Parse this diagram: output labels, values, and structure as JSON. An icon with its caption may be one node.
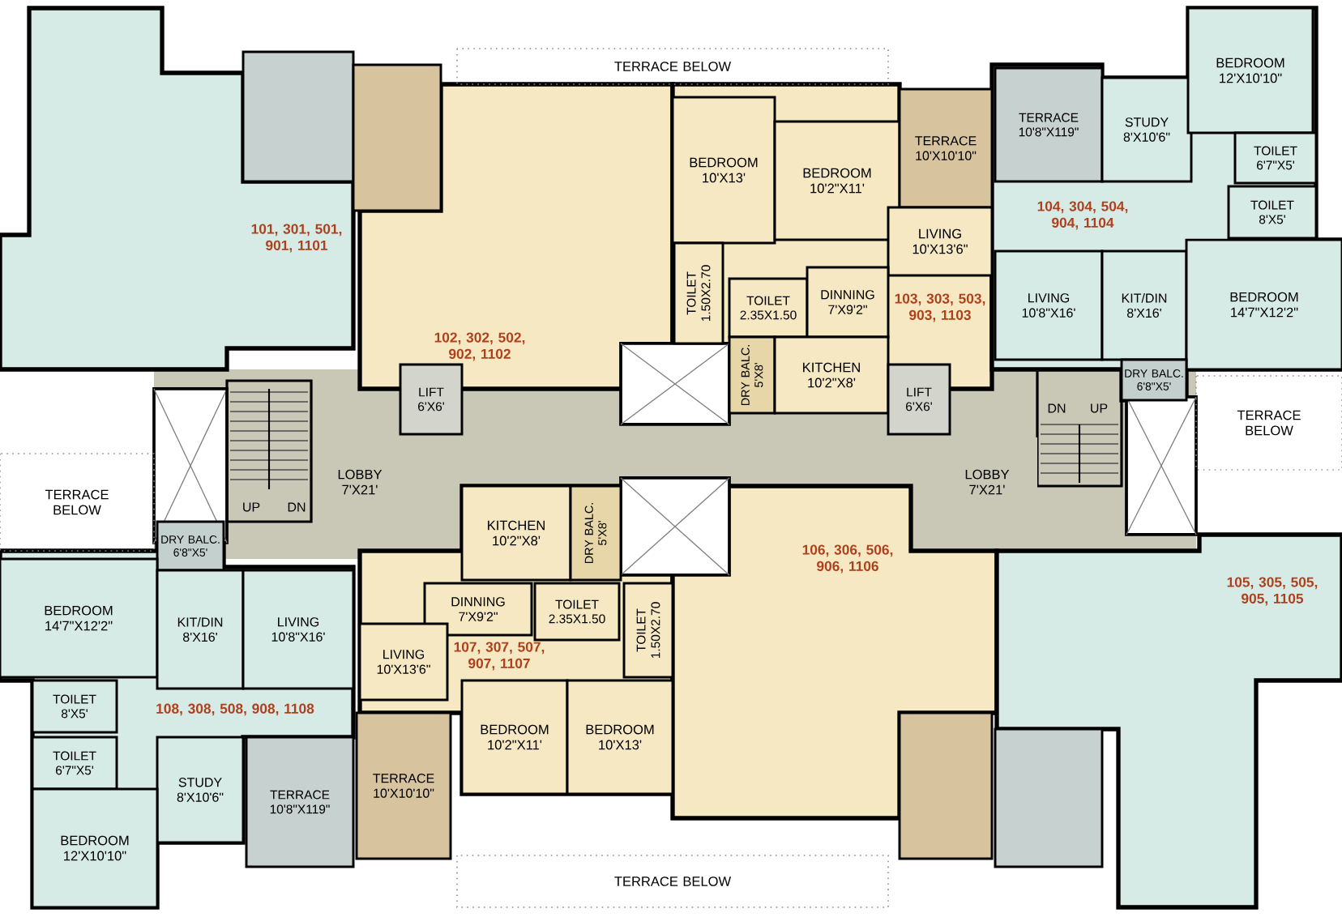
{
  "diagram": {
    "nodes": [
      {
        "text": [
          "TERRACE BELOW"
        ]
      },
      {
        "text": [
          "BEDROOM 10'X13'"
        ]
      },
      {
        "text": [
          "BEDROOM 10'2\"X11'"
        ]
      },
      {
        "text": [
          "TERRACE 10'X10'10\""
        ]
      },
      {
        "text": [
          "LIVING 10'X13'6\""
        ]
      },
      {
        "text": [
          "TOILET 1.50X2.70"
        ]
      },
      {
        "text": [
          "TOILET 2.35X1.50"
        ]
      },
      {
        "text": [
          "DINNING 7'X9'2\""
        ]
      },
      {
        "text": [
          "DRY BALC. 5'X8'"
        ]
      },
      {
        "text": [
          "KITCHEN 10'2\"X8'"
        ]
      },
      {
        "text": [
          "LIFT 6'X6'"
        ]
      },
      {
        "text": [
          "LIFT 6'X6'"
        ]
      },
      {
        "text": [
          "LOBBY 7'X21'"
        ]
      },
      {
        "text": [
          "LOBBY 7'X21'"
        ]
      },
      {
        "text": [
          "TERRACE BELOW"
        ]
      },
      {
        "text": [
          "TERRACE BELOW"
        ]
      },
      {
        "text": [
          "TERRACE 10'8\"X119\""
        ]
      },
      {
        "text": [
          "STUDY 8'X10'6\""
        ]
      },
      {
        "text": [
          "BEDROOM 12'X10'10\""
        ]
      },
      {
        "text": [
          "TOILET 6'7\"X5'"
        ]
      },
      {
        "text": [
          "TOILET 8'X5'"
        ]
      },
      {
        "text": [
          "LIVING 10'8\"X16'"
        ]
      },
      {
        "text": [
          "KIT/DIN 8'X16'"
        ]
      },
      {
        "text": [
          "BEDROOM 14'7\"X12'2\""
        ]
      },
      {
        "text": [
          "DRY BALC. 6'8\"X5'"
        ]
      },
      {
        "text": [
          "DRY BALC. 6'8\"X5'"
        ]
      },
      {
        "text": [
          "BEDROOM 14'7\"X12'2\""
        ]
      },
      {
        "text": [
          "KIT/DIN 8'X16'"
        ]
      },
      {
        "text": [
          "LIVING 10'8\"X16'"
        ]
      },
      {
        "text": [
          "TOILET 8'X5'"
        ]
      },
      {
        "text": [
          "TOILET 6'7\"X5'"
        ]
      },
      {
        "text": [
          "STUDY 8'X10'6\""
        ]
      },
      {
        "text": [
          "TERRACE 10'8\"X119\""
        ]
      },
      {
        "text": [
          "BEDROOM 12'X10'10\""
        ]
      },
      {
        "text": [
          "TERRACE 10'X10'10\""
        ]
      },
      {
        "text": [
          "KITCHEN 10'2\"X8'"
        ]
      },
      {
        "text": [
          "DRY BALC. 5'X8'"
        ]
      },
      {
        "text": [
          "DINNING 7'X9'2\""
        ]
      },
      {
        "text": [
          "TOILET 2.35X1.50"
        ]
      },
      {
        "text": [
          "TOILET 1.50X2.70"
        ]
      },
      {
        "text": [
          "LIVING 10'X13'6\""
        ]
      },
      {
        "text": [
          "BEDROOM 10'2\"X11'"
        ]
      },
      {
        "text": [
          "BEDROOM 10'X13'"
        ]
      },
      {
        "text": [
          "TERRACE BELOW"
        ]
      },
      {
        "text": [],
        "shape": "box"
      },
      {
        "text": [],
        "shape": "box"
      },
      {
        "text": [],
        "shape": "box"
      },
      {
        "text": [],
        "shape": "box"
      }
    ],
    "labels": [
      "104, 304, 504, 904, 1104",
      "101, 301, 501, 901, 1101",
      "103, 303, 503, 903, 1103",
      "102, 302, 502, 902, 1102",
      "DN",
      "UP",
      "UP",
      "DN",
      "106, 306, 506, 906, 1106",
      "105, 305, 505, 905, 1105",
      "107, 307, 507, 907, 1107",
      "108, 308, 508, 908, 1108"
    ]
  }
}
